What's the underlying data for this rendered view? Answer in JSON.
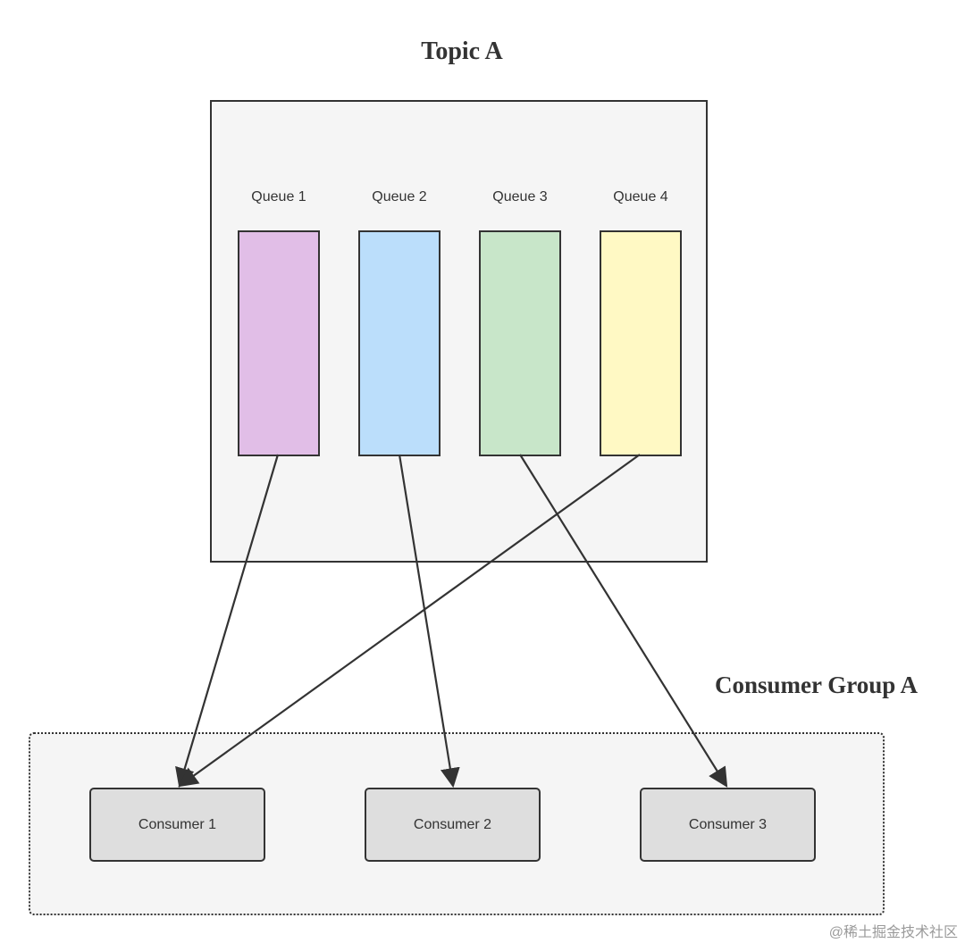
{
  "topic": {
    "title": "Topic A",
    "queues": [
      {
        "label": "Queue 1",
        "color": "#e1bee7"
      },
      {
        "label": "Queue 2",
        "color": "#bbdefb"
      },
      {
        "label": "Queue 3",
        "color": "#c8e6c9"
      },
      {
        "label": "Queue 4",
        "color": "#fff9c4"
      }
    ]
  },
  "consumer_group": {
    "title": "Consumer Group A",
    "consumers": [
      {
        "label": "Consumer 1"
      },
      {
        "label": "Consumer 2"
      },
      {
        "label": "Consumer 3"
      }
    ]
  },
  "edges": [
    {
      "from": "Queue 1",
      "to": "Consumer 1"
    },
    {
      "from": "Queue 2",
      "to": "Consumer 2"
    },
    {
      "from": "Queue 3",
      "to": "Consumer 3"
    },
    {
      "from": "Queue 4",
      "to": "Consumer 1"
    }
  ],
  "watermark": "@稀土掘金技术社区",
  "colors": {
    "stroke": "#333333",
    "container_fill": "#f5f5f5",
    "consumer_fill": "#dedede"
  }
}
